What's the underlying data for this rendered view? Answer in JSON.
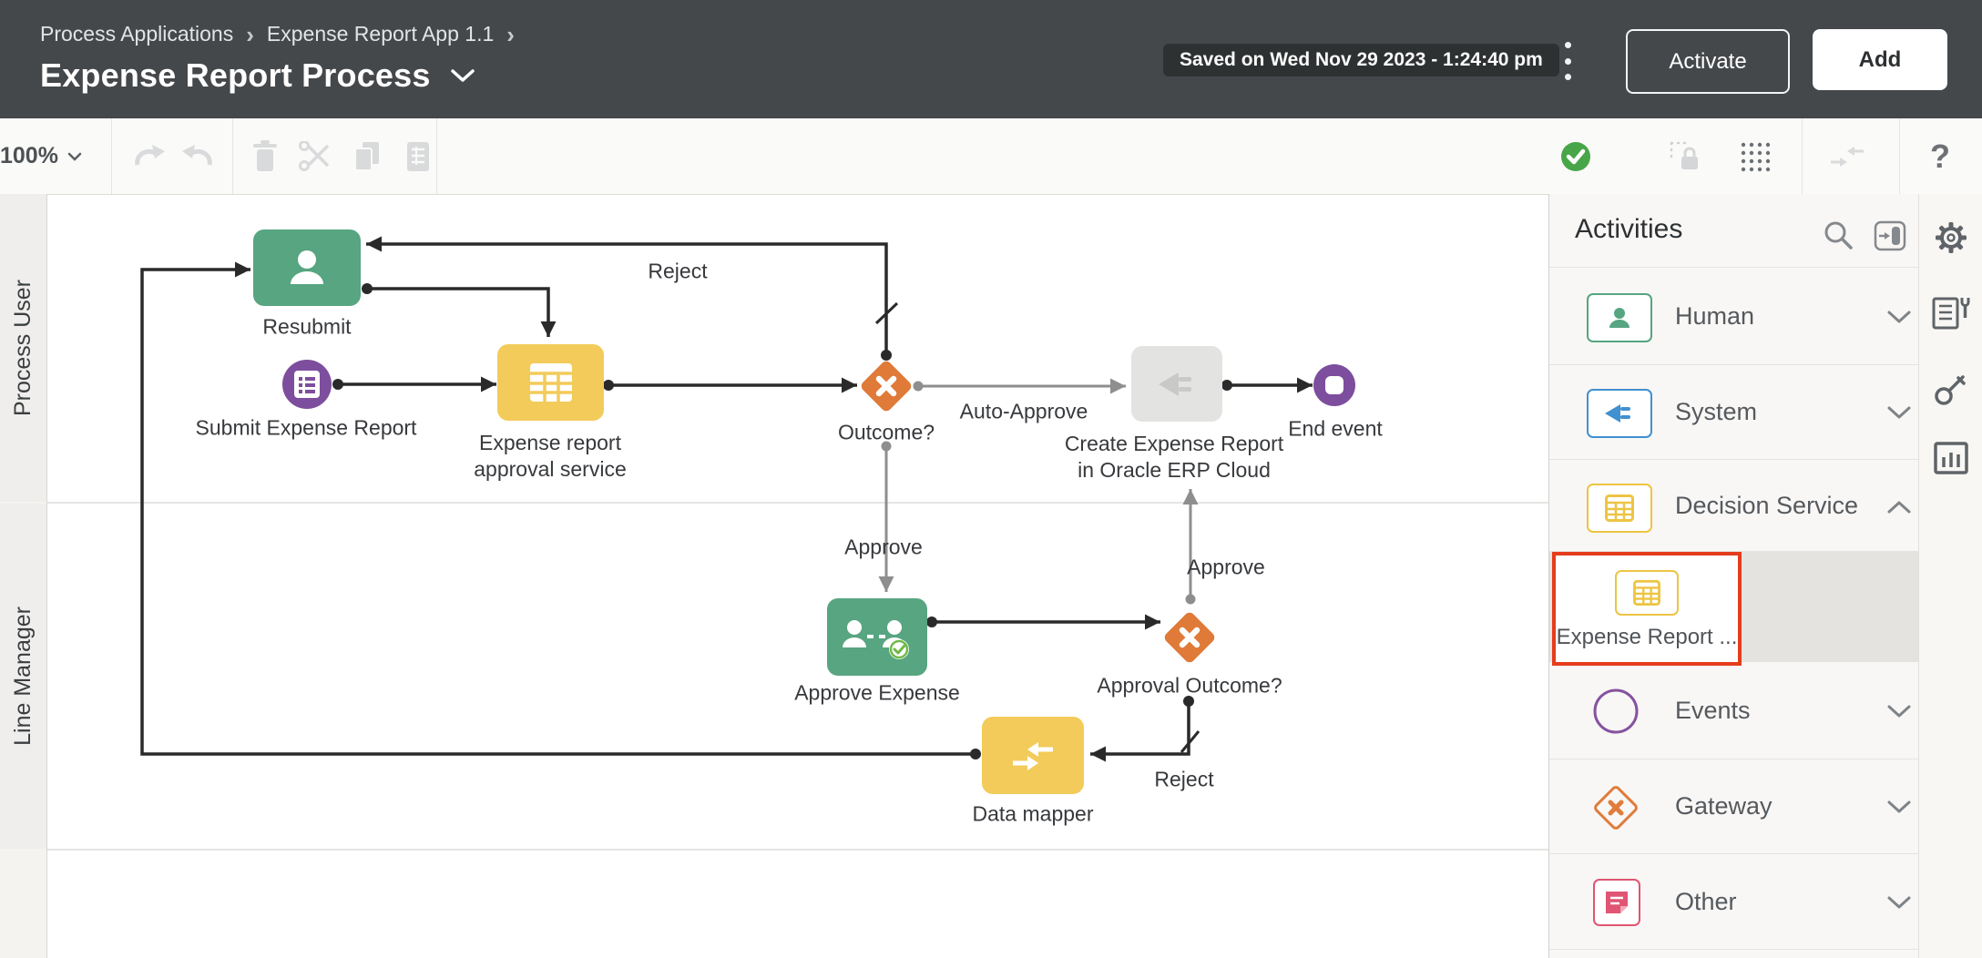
{
  "header": {
    "breadcrumb": [
      "Process Applications",
      "Expense Report App 1.1"
    ],
    "title": "Expense Report Process",
    "saved_status": "Saved on Wed Nov 29 2023 - 1:24:40 pm",
    "activate_label": "Activate",
    "add_label": "Add"
  },
  "toolbar": {
    "zoom_level": "100%",
    "help_label": "?",
    "icons": [
      "undo-icon",
      "redo-icon",
      "trash-icon",
      "cut-icon",
      "copy-icon",
      "paste-icon",
      "validation-ok-icon",
      "lock-icon",
      "dots-grid-icon",
      "collapse-arrows-icon",
      "help-icon"
    ],
    "validation_color": "#48a548"
  },
  "canvas": {
    "lanes": [
      {
        "label": "Process User"
      },
      {
        "label": "Line Manager"
      }
    ]
  },
  "diagram": {
    "nodes": {
      "resubmit": {
        "label": "Resubmit",
        "type": "human-task",
        "color": "#57a581",
        "icon": "person-icon"
      },
      "submit_expense_report": {
        "label": "Submit Expense Report",
        "type": "start-event",
        "color": "#7d4e9d",
        "icon": "form-icon"
      },
      "expense_report_approval_service": {
        "label_line1": "Expense report",
        "label_line2": "approval service",
        "type": "decision-service",
        "color": "#f2cb5a",
        "icon": "decision-table-icon"
      },
      "outcome_gateway": {
        "label": "Outcome?",
        "type": "exclusive-gateway",
        "color": "#df7a38",
        "icon": "x-mark-icon"
      },
      "create_expense_report": {
        "label_line1": "Create Expense Report",
        "label_line2": "in Oracle ERP Cloud",
        "type": "system-task",
        "color": "#e3e3e2",
        "icon": "plug-icon"
      },
      "end_event": {
        "label": "End event",
        "type": "end-event",
        "color": "#7d4e9d"
      },
      "approve_expense": {
        "label": "Approve Expense",
        "type": "approve-task",
        "color": "#57a581",
        "icon": "approve-users-icon"
      },
      "approval_outcome_gateway": {
        "label": "Approval Outcome?",
        "type": "exclusive-gateway",
        "color": "#df7a38",
        "icon": "x-mark-icon"
      },
      "data_mapper": {
        "label": "Data mapper",
        "type": "data-mapper",
        "color": "#f2cb5a",
        "icon": "mapper-arrows-icon"
      }
    },
    "edge_labels": {
      "reject_top": "Reject",
      "auto_approve": "Auto-Approve",
      "approve_down": "Approve",
      "approve_up": "Approve",
      "reject_bottom": "Reject"
    }
  },
  "activities_panel": {
    "title": "Activities",
    "header_icons": [
      "search-icon",
      "collapse-panel-icon"
    ],
    "categories": [
      {
        "label": "Human",
        "color": "#57a581",
        "icon": "person-icon",
        "expanded": false
      },
      {
        "label": "System",
        "color": "#4190d0",
        "icon": "plug-icon",
        "expanded": false
      },
      {
        "label": "Decision Service",
        "color": "#edc443",
        "icon": "decision-table-icon",
        "expanded": true
      },
      {
        "label": "Events",
        "color": "#8653a0",
        "icon": "circle-outline-icon",
        "expanded": false
      },
      {
        "label": "Gateway",
        "color": "#e07c3c",
        "icon": "diamond-x-icon",
        "expanded": false
      },
      {
        "label": "Other",
        "color": "#e05573",
        "icon": "note-icon",
        "expanded": false
      }
    ],
    "selected_item": {
      "label": "Expense Report ...",
      "highlight_color": "#e53c1c",
      "icon": "decision-table-icon"
    }
  },
  "right_rail": {
    "icons": [
      "gear-icon",
      "business-types-icon",
      "key-icon",
      "analytics-icon"
    ]
  }
}
